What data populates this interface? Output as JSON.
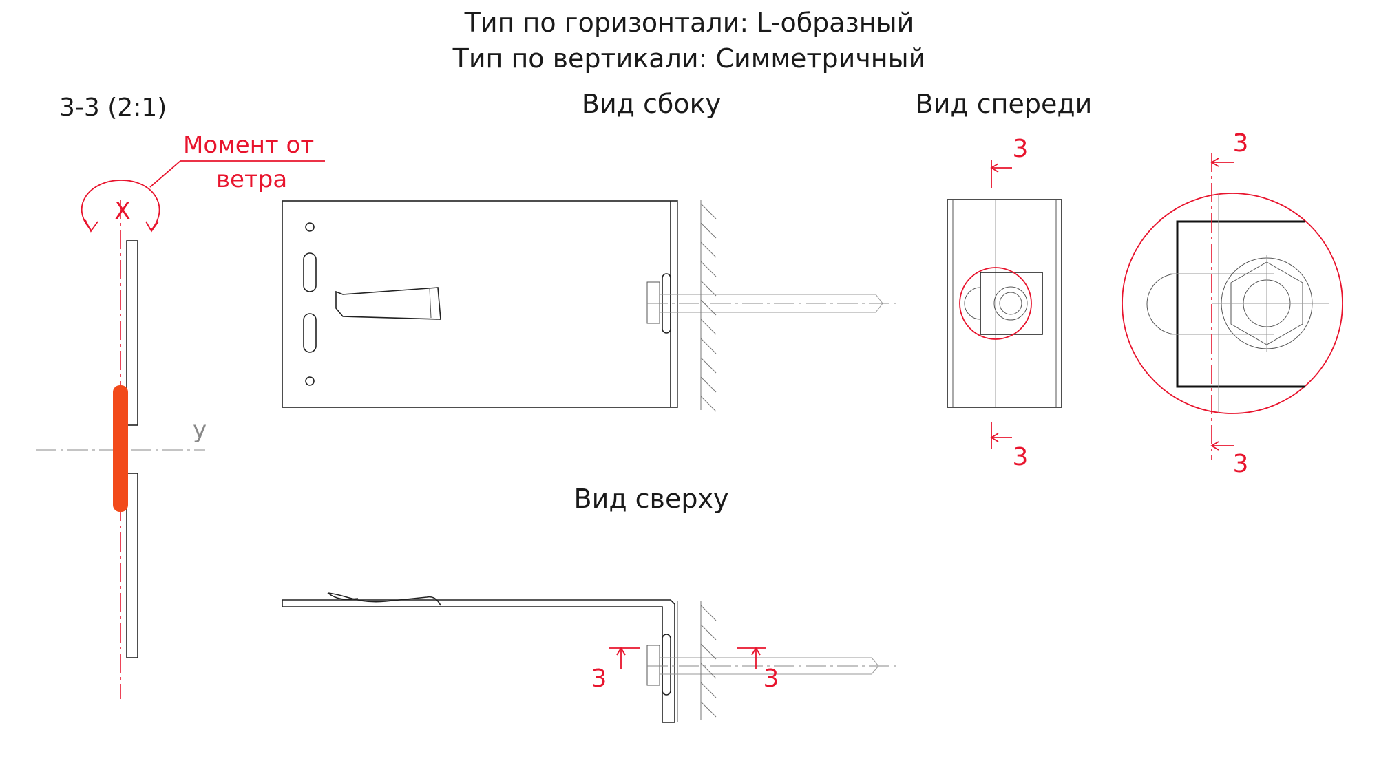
{
  "header": {
    "line1": "Тип по горизонтали: L-образный",
    "line2": "Тип по вертикали: Симметричный"
  },
  "section": {
    "title": "3-3 (2:1)",
    "moment_line1": "Момент от",
    "moment_line2": "ветра",
    "x_axis": "X",
    "y_axis": "y"
  },
  "views": {
    "side": "Вид сбоку",
    "front": "Вид спереди",
    "top": "Вид сверху"
  },
  "cut_marks": {
    "label": "3"
  },
  "colors": {
    "accent": "#e8142d",
    "highlight": "#f24a1a",
    "line": "#222222"
  }
}
